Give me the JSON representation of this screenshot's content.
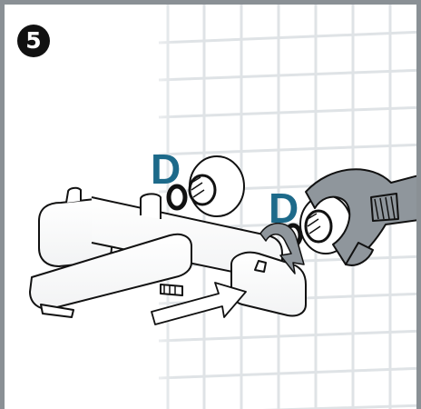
{
  "step": {
    "number": "5"
  },
  "labels": {
    "left": "D",
    "right": "D"
  },
  "colors": {
    "frame": "#8a9095",
    "label": "#1d6a8a",
    "tile_grid": "#dfe3e6",
    "line": "#111111",
    "arrow_fill": "#ffffff"
  },
  "icons": {
    "step": "circled-number",
    "turn_arrow": "curved-arrow-clockwise",
    "push_arrow": "straight-arrow"
  }
}
